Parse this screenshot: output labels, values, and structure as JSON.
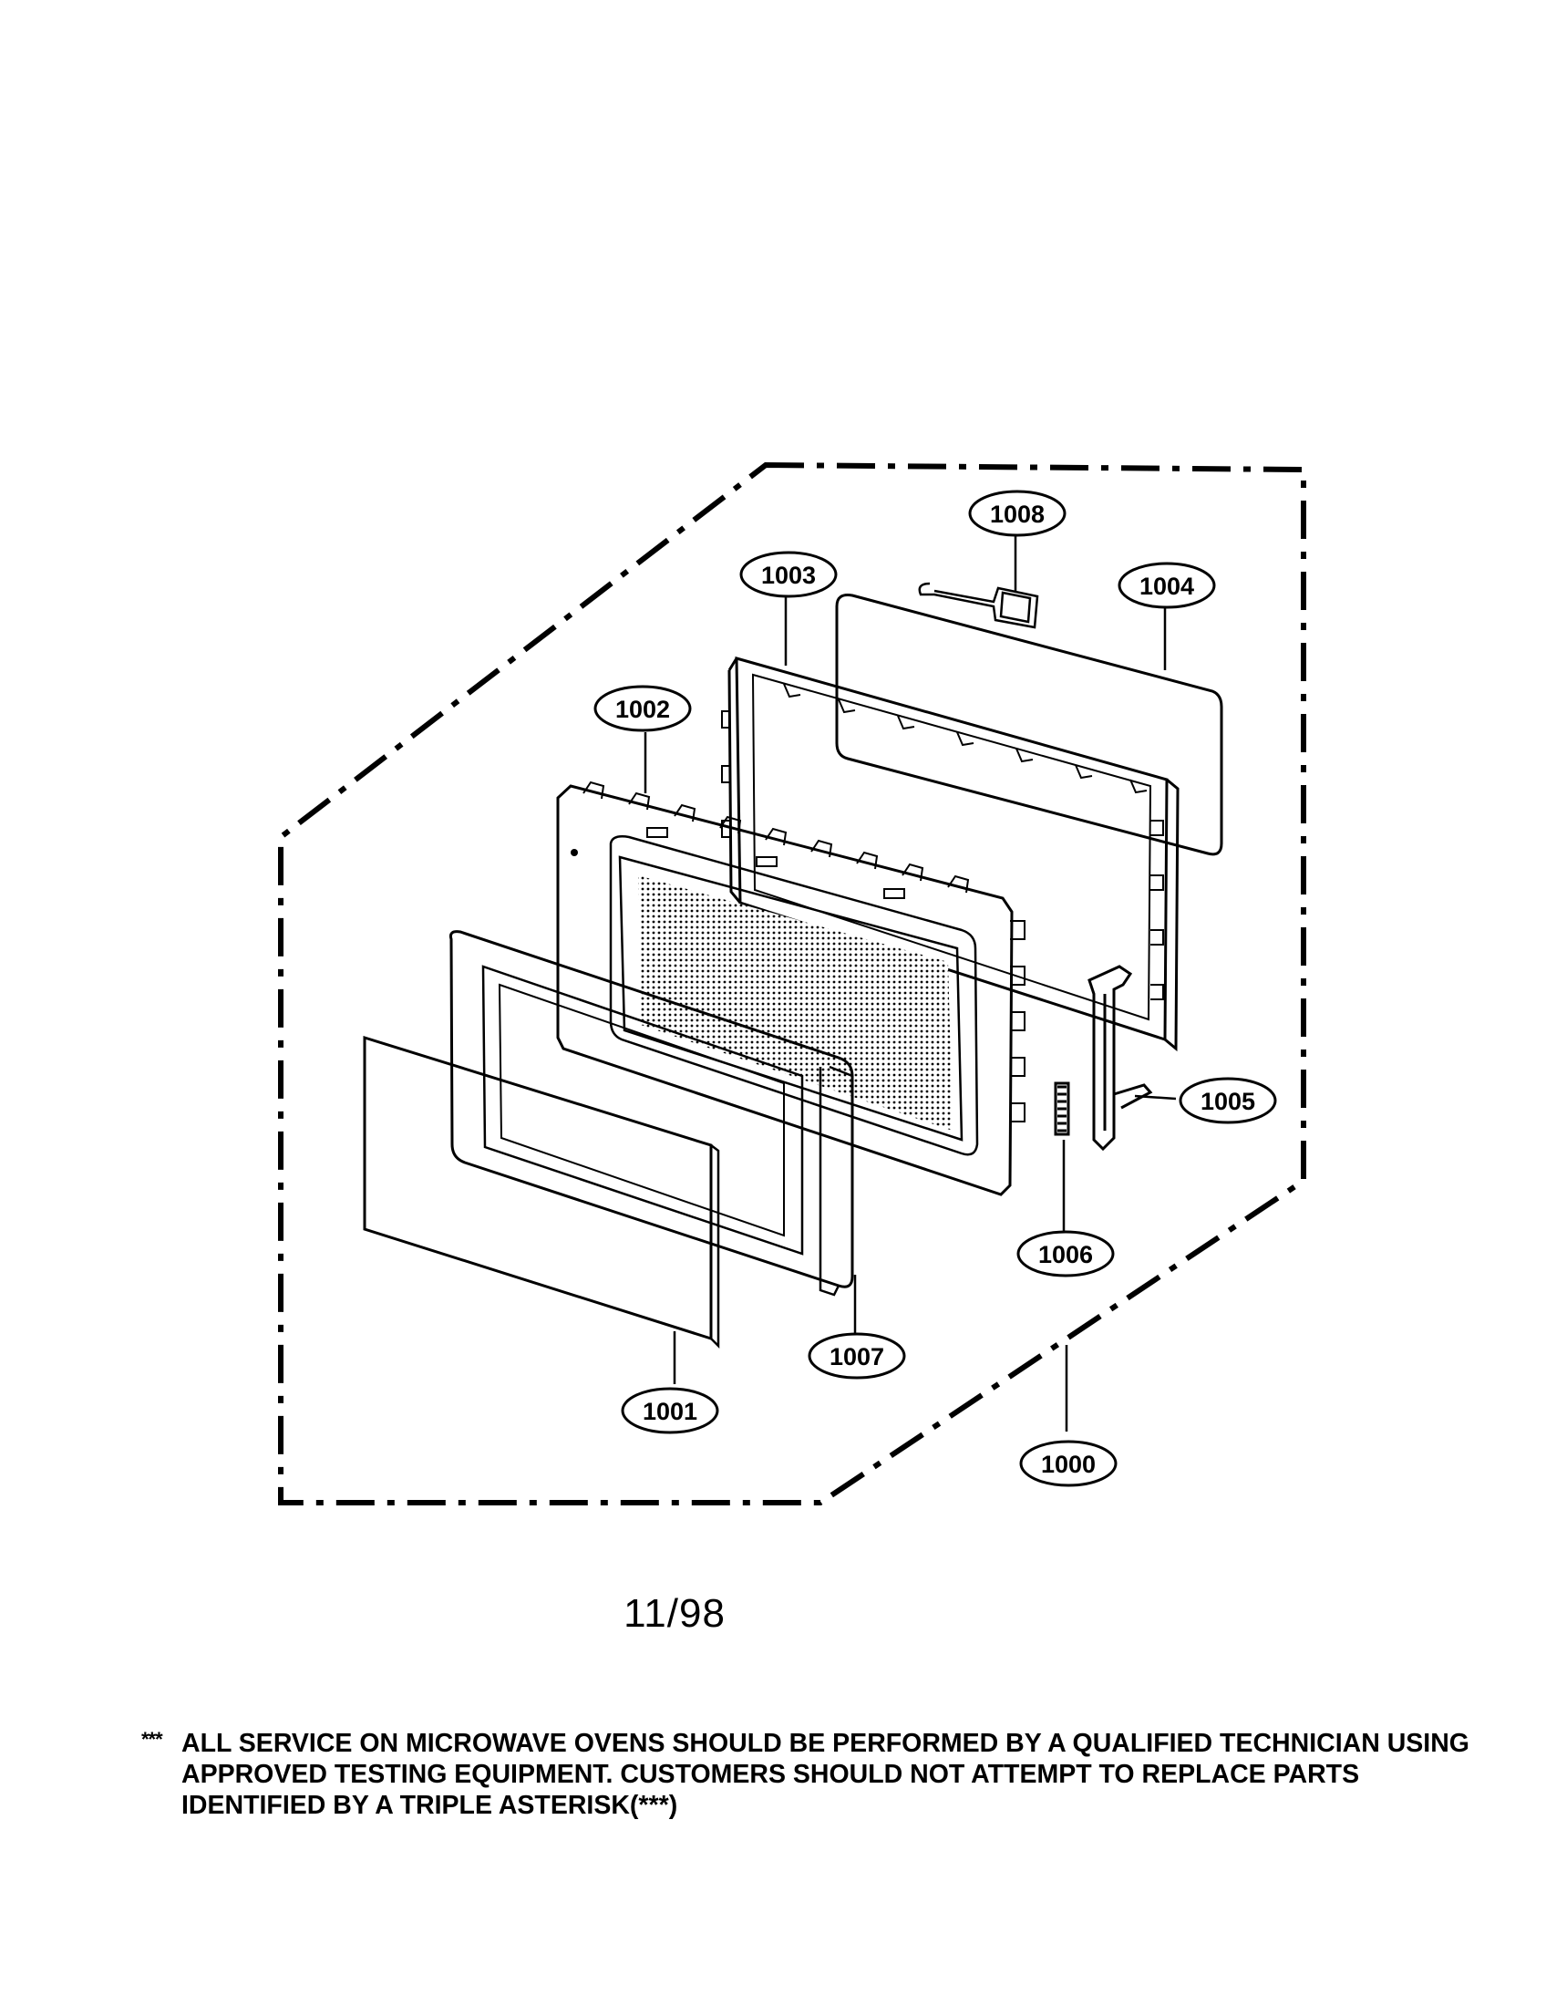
{
  "diagram": {
    "callouts": [
      {
        "id": "1000",
        "label": "1000"
      },
      {
        "id": "1001",
        "label": "1001"
      },
      {
        "id": "1002",
        "label": "1002"
      },
      {
        "id": "1003",
        "label": "1003"
      },
      {
        "id": "1004",
        "label": "1004"
      },
      {
        "id": "1005",
        "label": "1005"
      },
      {
        "id": "1006",
        "label": "1006"
      },
      {
        "id": "1007",
        "label": "1007"
      },
      {
        "id": "1008",
        "label": "1008"
      }
    ]
  },
  "footer": {
    "date": "11/98",
    "note_marker": "***",
    "note_lines": [
      "ALL SERVICE ON MICROWAVE OVENS SHOULD BE PERFORMED BY A QUALIFIED TECHNICIAN USING",
      "APPROVED TESTING EQUIPMENT. CUSTOMERS SHOULD NOT ATTEMPT TO REPLACE PARTS",
      "IDENTIFIED BY A TRIPLE ASTERISK(***)"
    ]
  }
}
